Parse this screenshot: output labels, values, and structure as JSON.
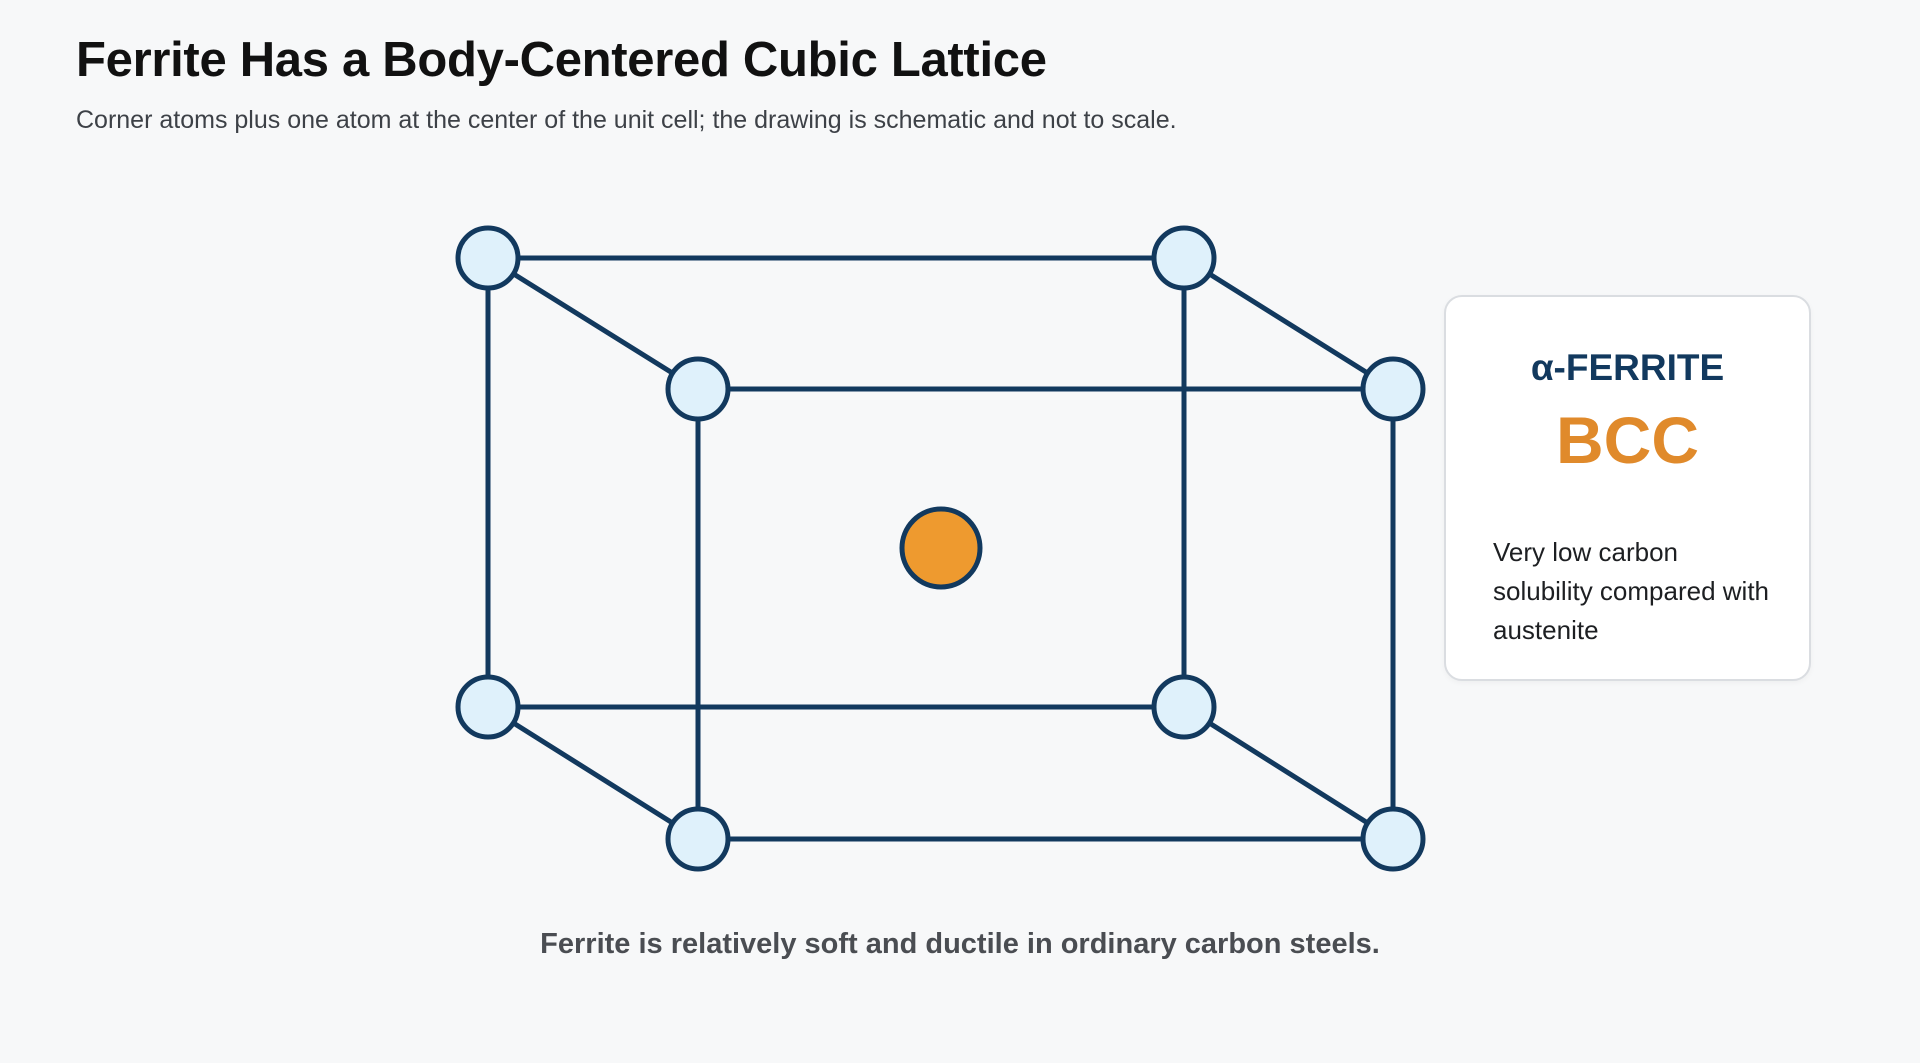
{
  "title": "Ferrite Has a Body-Centered Cubic Lattice",
  "subtitle": "Corner atoms plus one atom at the center of the unit cell; the drawing is schematic and not to scale.",
  "card": {
    "label": "α-FERRITE",
    "structure": "BCC",
    "note": "Very low carbon solubility compared with austenite"
  },
  "caption": "Ferrite is relatively soft and ductile in ordinary carbon steels.",
  "colors": {
    "line": "#12395e",
    "corner_atom_fill": "#dff1fb",
    "center_atom_fill": "#ee9a2f",
    "accent": "#e08a2b"
  }
}
